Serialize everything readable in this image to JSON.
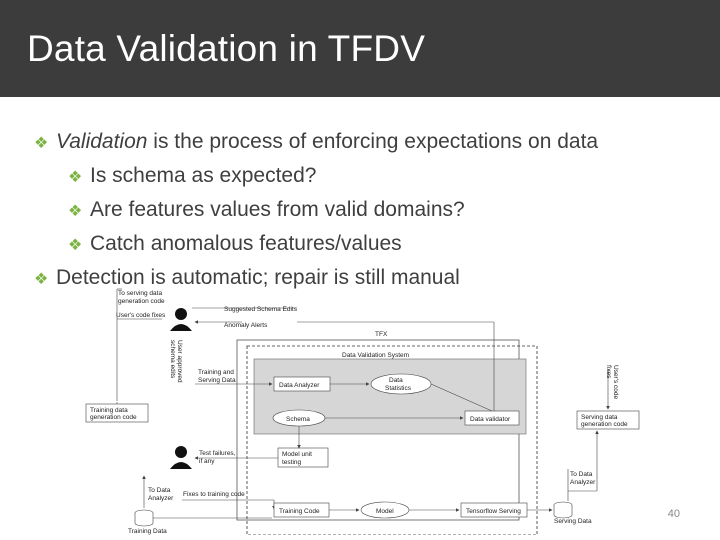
{
  "slide": {
    "title": "Data Validation in TFDV",
    "page_number": "40"
  },
  "bullets": {
    "b1_italic": "Validation",
    "b1_rest": " is the process of enforcing expectations on data",
    "b2": "Is schema as expected?",
    "b3": "Are features values from valid domains?",
    "b4": "Catch anomalous features/values",
    "b5": "Detection is automatic; repair is still manual"
  },
  "diagram": {
    "to_serving_data_gen": "To serving data",
    "to_serving_data_gen2": "generation code",
    "users_code_fixes": "User's code fixes",
    "suggested_schema_edits": "Suggested Schema Edits",
    "anomaly_alerts": "Anomaly Alerts",
    "user_approved_1": "User approved",
    "user_approved_2": "schema edits",
    "tfx": "TFX",
    "dvs": "Data Validation System",
    "training_serving_1": "Training and",
    "training_serving_2": "Serving Data",
    "data_analyzer": "Data Analyzer",
    "data_statistics_1": "Data",
    "data_statistics_2": "Statistics",
    "users_code_fixes_v1": "User's code",
    "users_code_fixes_v2": "fixes",
    "training_gen_1": "Training data",
    "training_gen_2": "generation code",
    "schema": "Schema",
    "data_validator": "Data validator",
    "serving_gen_1": "Serving data",
    "serving_gen_2": "generation code",
    "test_failures_1": "Test failures,",
    "test_failures_2": "if any",
    "model_unit_1": "Model unit",
    "model_unit_2": "testing",
    "to_data_analyzer_r1": "To Data",
    "to_data_analyzer_r2": "Analyzer",
    "to_data_analyzer_l1": "To Data",
    "to_data_analyzer_l2": "Analyzer",
    "fixes_training": "Fixes to training code",
    "training_code": "Training Code",
    "model": "Model",
    "tensorflow_serving": "Tensorflow Serving",
    "training_data": "Training Data",
    "serving_data": "Serving Data"
  }
}
